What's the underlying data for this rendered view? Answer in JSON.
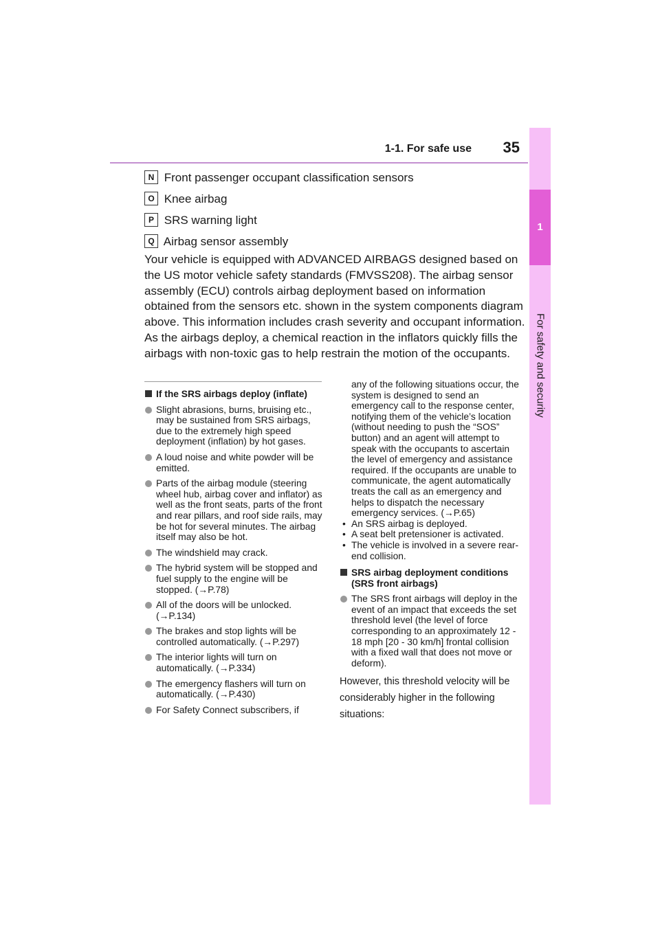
{
  "header": {
    "section": "1-1. For safe use",
    "page_number": "35"
  },
  "sidebar": {
    "chapter_number": "1",
    "chapter_title": "For safety and security"
  },
  "components": [
    {
      "letter": "N",
      "label": "Front passenger occupant classification sensors"
    },
    {
      "letter": "O",
      "label": "Knee airbag"
    },
    {
      "letter": "P",
      "label": "SRS warning light"
    },
    {
      "letter": "Q",
      "label": "Airbag sensor assembly"
    }
  ],
  "intro": "Your vehicle is equipped with ADVANCED AIRBAGS designed based on the US motor vehicle safety standards (FMVSS208). The airbag sensor assembly (ECU) controls airbag deployment based on information obtained from the sensors etc. shown in the system components diagram above. This information includes crash severity and occupant information. As the airbags deploy, a chemical reaction in the inflators quickly fills the airbags with non-toxic gas to help restrain the motion of the occupants.",
  "left": {
    "heading": "If the SRS airbags deploy (inflate)",
    "bullets": [
      "Slight abrasions, burns, bruising etc., may be sustained from SRS airbags, due to the extremely high speed deployment (inflation) by hot gases.",
      "A loud noise and white powder will be emitted.",
      "Parts of the airbag module (steering wheel hub, airbag cover and inflator) as well as the front seats, parts of the front and rear pillars, and roof side rails, may be hot for several minutes. The airbag itself may also be hot.",
      "The windshield may crack.",
      "The hybrid system will be stopped and fuel supply to the engine will be stopped. (→P.78)",
      "All of the doors will be unlocked. (→P.134)",
      "The brakes and stop lights will be controlled automatically. (→P.297)",
      "The interior lights will turn on automatically. (→P.334)",
      "The emergency flashers will turn on automatically. (→P.430)",
      "For Safety Connect subscribers, if"
    ]
  },
  "right": {
    "continuation": "any of the following situations occur, the system is designed to send an emergency call to the response center, notifying them of the vehicle’s location (without needing to push the “SOS” button) and an agent will attempt to speak with the occupants to ascertain the level of emergency and assistance required. If the occupants are unable to communicate, the agent automatically treats the call as an emergency and helps to dispatch the necessary emergency services. (→P.65)",
    "sub_items": [
      "An SRS airbag is deployed.",
      "A seat belt pretensioner is activated.",
      "The vehicle is involved in a severe rear-end collision."
    ],
    "heading": "SRS airbag deployment conditions (SRS front airbags)",
    "bullets": [
      "The SRS front airbags will deploy in the event of an impact that exceeds the set threshold level (the level of force corresponding to an approximately 12 - 18 mph [20 - 30 km/h] frontal collision with a fixed wall that does not move or deform)."
    ],
    "after_text": "However, this threshold velocity will be considerably higher in the following situations:"
  }
}
